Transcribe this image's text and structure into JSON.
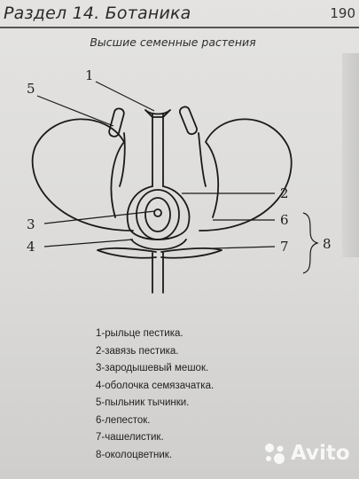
{
  "header": {
    "title": "Раздел 14.  Ботаника",
    "page_number": "190"
  },
  "subtitle": "Высшие семенные растения",
  "diagram": {
    "callouts": [
      "1",
      "2",
      "3",
      "4",
      "5",
      "6",
      "7",
      "8"
    ]
  },
  "legend": [
    "1-рыльце пестика.",
    "2-завязь пестика.",
    "3-зародышевый мешок.",
    "4-оболочка семязачатка.",
    "5-пыльник тычинки.",
    "6-лепесток.",
    "7-чашелистик.",
    "8-околоцветник."
  ],
  "watermark": {
    "text": "Avito"
  }
}
